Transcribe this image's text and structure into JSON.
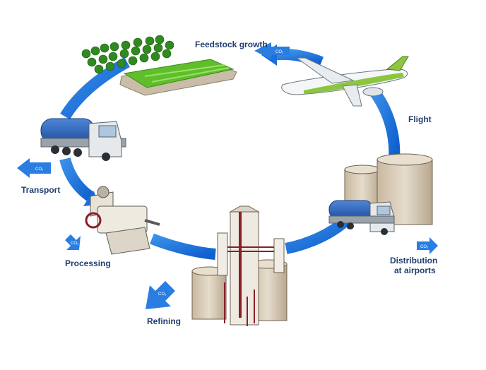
{
  "stages": {
    "feedstock": {
      "label": "Feedstock growth"
    },
    "flight": {
      "label": "Flight"
    },
    "transport": {
      "label": "Transport"
    },
    "processing": {
      "label": "Processing"
    },
    "refining": {
      "label": "Refining"
    },
    "distribution": {
      "label_line1": "Distribution",
      "label_line2": "at airports"
    }
  },
  "emissions": {
    "feedstock": "CO₂",
    "transport": "CO₂",
    "processing": "CO₂",
    "refining": "CO₂",
    "distribution": "CO₂"
  },
  "colors": {
    "cycle_arrow": "#1a73e0",
    "co2_arrow": "#2a7de1",
    "label_text": "#1f3f6e",
    "field_green": "#5fbf2b",
    "tank_tan": "#d8cbb8",
    "pipe_red": "#8a1f25",
    "truck_blue": "#2b5fb5",
    "aircraft_green": "#8cc63f"
  }
}
